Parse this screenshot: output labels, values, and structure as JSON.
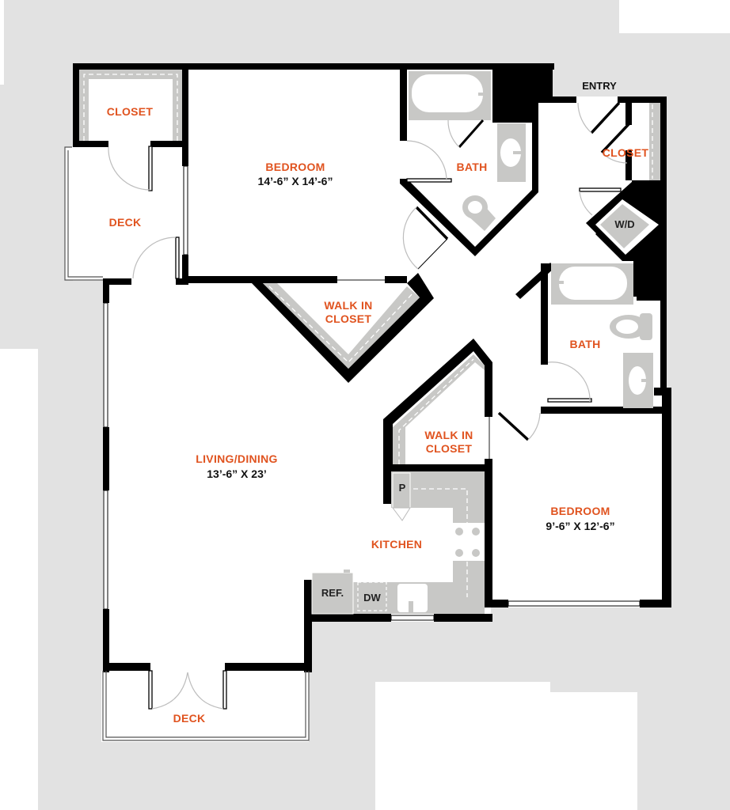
{
  "floorplan": {
    "colors": {
      "background": "#e2e2e2",
      "wall": "#000000",
      "fixture": "#c8c8c6",
      "room_label": "#e0531f",
      "dimension_text": "#111111"
    },
    "entry": {
      "label": "ENTRY"
    },
    "rooms": {
      "closet_nw": {
        "name": "CLOSET"
      },
      "deck_west": {
        "name": "DECK"
      },
      "bedroom_main": {
        "name": "BEDROOM",
        "dimensions": "14’-6” X 14’-6”"
      },
      "bath_main": {
        "name": "BATH"
      },
      "closet_entry": {
        "name": "CLOSET"
      },
      "walk_in_closet_1": {
        "line1": "WALK IN",
        "line2": "CLOSET"
      },
      "bath_second": {
        "name": "BATH"
      },
      "walk_in_closet_2": {
        "line1": "WALK IN",
        "line2": "CLOSET"
      },
      "living_dining": {
        "name": "LIVING/DINING",
        "dimensions": "13’-6” X 23’"
      },
      "kitchen": {
        "name": "KITCHEN"
      },
      "bedroom_second": {
        "name": "BEDROOM",
        "dimensions": "9’-6” X 12’-6”"
      },
      "deck_south": {
        "name": "DECK"
      }
    },
    "fixtures": {
      "washer_dryer": "W/D",
      "refrigerator": "REF.",
      "dishwasher": "DW",
      "pantry": "P"
    }
  }
}
